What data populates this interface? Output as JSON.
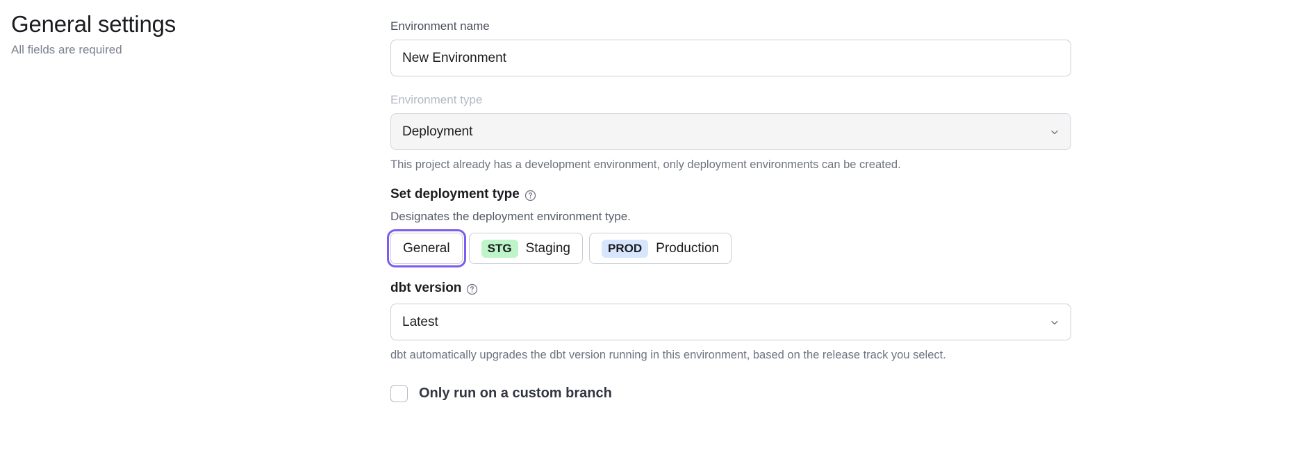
{
  "sidebar": {
    "title": "General settings",
    "subtitle": "All fields are required"
  },
  "form": {
    "environment_name": {
      "label": "Environment name",
      "value": "New Environment",
      "placeholder": "Environment name"
    },
    "environment_type": {
      "label": "Environment type",
      "value": "Deployment",
      "disabled_note": "This project already has a development environment, only deployment environments can be created.",
      "chevron_icon": "chevron-down-icon"
    },
    "deployment_type": {
      "heading": "Set deployment type",
      "help_icon": "question-circle-icon",
      "description": "Designates the deployment environment type.",
      "options": [
        {
          "label": "General",
          "badge": "",
          "badge_kind": "none",
          "selected": true
        },
        {
          "label": "Staging",
          "badge": "STG",
          "badge_kind": "stg",
          "selected": false
        },
        {
          "label": "Production",
          "badge": "PROD",
          "badge_kind": "prod",
          "selected": false
        }
      ]
    },
    "dbt_version": {
      "heading": "dbt version",
      "help_icon": "question-circle-icon",
      "value": "Latest",
      "helper": "dbt automatically upgrades the dbt version running in this environment, based on the release track you select.",
      "chevron_icon": "chevron-down-icon"
    },
    "custom_branch": {
      "label": "Only run on a custom branch",
      "checked": false
    }
  },
  "colors": {
    "focus_ring": "#7c5cf0",
    "stg_badge": "#bdf5c9",
    "prod_badge": "#d7e6fd",
    "disabled_bg": "#f5f5f6"
  }
}
